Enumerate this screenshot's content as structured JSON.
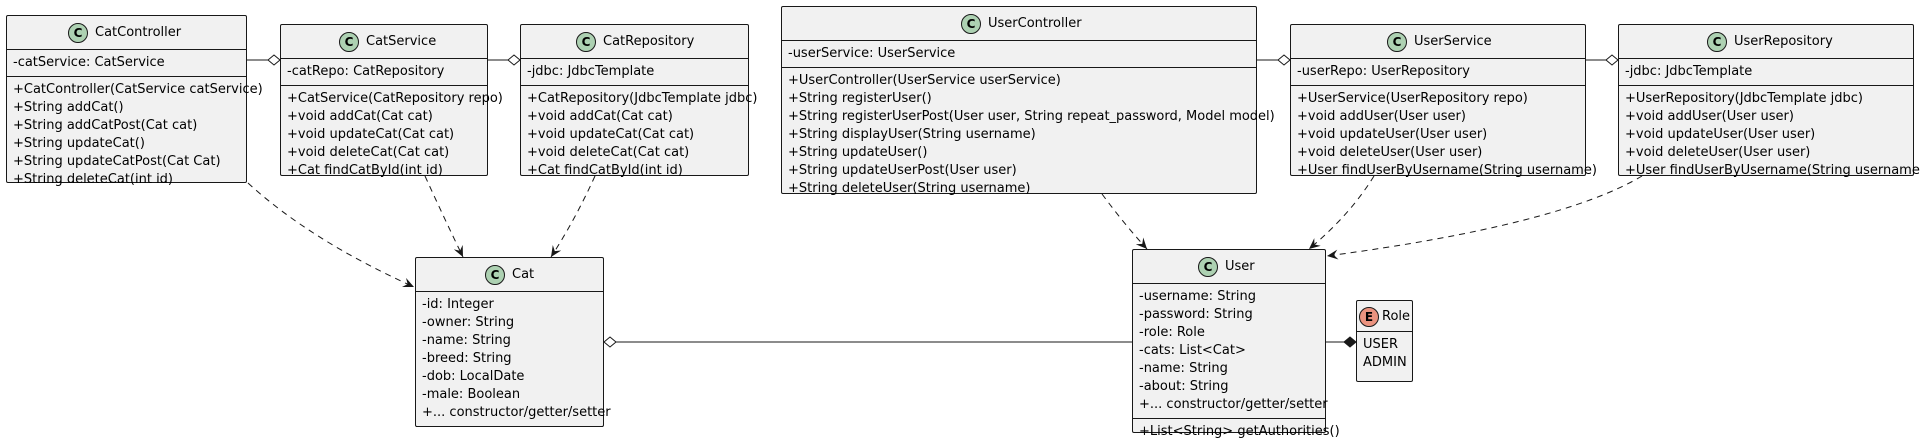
{
  "classes": {
    "catController": {
      "icon": "C",
      "name": "CatController",
      "fields": [
        "-catService: CatService"
      ],
      "methods": [
        "+CatController(CatService catService)",
        "+String addCat()",
        "+String addCatPost(Cat cat)",
        "+String updateCat()",
        "+String updateCatPost(Cat Cat)",
        "+String deleteCat(int id)"
      ]
    },
    "catService": {
      "icon": "C",
      "name": "CatService",
      "fields": [
        "-catRepo: CatRepository"
      ],
      "methods": [
        "+CatService(CatRepository repo)",
        "+void addCat(Cat cat)",
        "+void updateCat(Cat cat)",
        "+void deleteCat(Cat cat)",
        "+Cat findCatById(int id)"
      ]
    },
    "catRepository": {
      "icon": "C",
      "name": "CatRepository",
      "fields": [
        "-jdbc: JdbcTemplate"
      ],
      "methods": [
        "+CatRepository(JdbcTemplate jdbc)",
        "+void addCat(Cat cat)",
        "+void updateCat(Cat cat)",
        "+void deleteCat(Cat cat)",
        "+Cat findCatById(int id)"
      ]
    },
    "userController": {
      "icon": "C",
      "name": "UserController",
      "fields": [
        "-userService: UserService"
      ],
      "methods": [
        "+UserController(UserService userService)",
        "+String registerUser()",
        "+String registerUserPost(User user, String repeat_password, Model model)",
        "+String displayUser(String username)",
        "+String updateUser()",
        "+String updateUserPost(User user)",
        "+String deleteUser(String username)"
      ]
    },
    "userService": {
      "icon": "C",
      "name": "UserService",
      "fields": [
        "-userRepo: UserRepository"
      ],
      "methods": [
        "+UserService(UserRepository repo)",
        "+void addUser(User user)",
        "+void updateUser(User user)",
        "+void deleteUser(User user)",
        "+User findUserByUsername(String username)"
      ]
    },
    "userRepository": {
      "icon": "C",
      "name": "UserRepository",
      "fields": [
        "-jdbc: JdbcTemplate"
      ],
      "methods": [
        "+UserRepository(JdbcTemplate jdbc)",
        "+void addUser(User user)",
        "+void updateUser(User user)",
        "+void deleteUser(User user)",
        "+User findUserByUsername(String username)"
      ]
    },
    "cat": {
      "icon": "C",
      "name": "Cat",
      "fields": [
        "-id: Integer",
        "-owner: String",
        "-name: String",
        "-breed: String",
        "-dob: LocalDate",
        "-male: Boolean",
        "+... constructor/getter/setter"
      ],
      "methods": []
    },
    "user": {
      "icon": "C",
      "name": "User",
      "fields": [
        "-username: String",
        "-password: String",
        "-role: Role",
        "-cats: List<Cat>",
        "-name: String",
        "-about: String",
        "+... constructor/getter/setter"
      ],
      "methods": [
        "+List<String> getAuthorities()"
      ]
    },
    "role": {
      "icon": "E",
      "name": "Role",
      "values": [
        "USER",
        "ADMIN"
      ]
    }
  },
  "relations": [
    {
      "from": "catController",
      "to": "catService",
      "kind": "aggregation"
    },
    {
      "from": "catService",
      "to": "catRepository",
      "kind": "aggregation"
    },
    {
      "from": "userController",
      "to": "userService",
      "kind": "aggregation"
    },
    {
      "from": "userService",
      "to": "userRepository",
      "kind": "aggregation"
    },
    {
      "from": "catController",
      "to": "cat",
      "kind": "dependency"
    },
    {
      "from": "catService",
      "to": "cat",
      "kind": "dependency"
    },
    {
      "from": "catRepository",
      "to": "cat",
      "kind": "dependency"
    },
    {
      "from": "userController",
      "to": "user",
      "kind": "dependency"
    },
    {
      "from": "userService",
      "to": "user",
      "kind": "dependency"
    },
    {
      "from": "userRepository",
      "to": "user",
      "kind": "dependency"
    },
    {
      "from": "cat",
      "to": "user",
      "kind": "aggregation"
    },
    {
      "from": "user",
      "to": "role",
      "kind": "composition"
    }
  ],
  "colors": {
    "class_icon": "#add1b2",
    "enum_icon": "#eb937f",
    "box_fill": "#f1f1f1",
    "line": "#181818"
  }
}
